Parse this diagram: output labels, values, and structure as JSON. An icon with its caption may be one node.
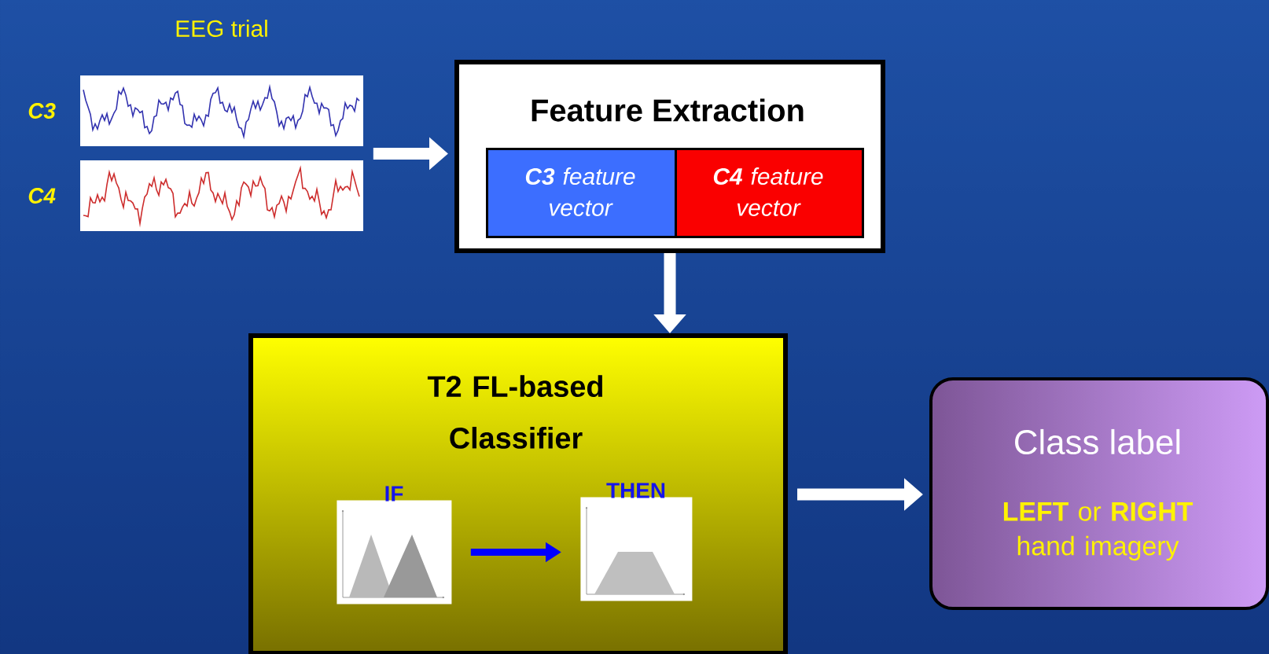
{
  "diagram": {
    "nodes": [
      {
        "text": [
          "EEG trial"
        ],
        "beside": [
          "C3",
          "C4"
        ]
      },
      {
        "text": [
          "Feature Extraction"
        ]
      },
      {
        "text": [
          "**C3** feature vector"
        ],
        "in": 1
      },
      {
        "text": [
          "**C4** feature vector"
        ],
        "in": 1
      },
      {
        "text": [
          "T2 FL-based Classifier"
        ]
      },
      {
        "text": [
          "IF"
        ],
        "in": 4
      },
      {
        "text": [
          "THEN"
        ],
        "in": 4
      },
      {
        "text": [
          "Class label",
          "**LEFT** or **RIGHT** hand imagery"
        ]
      }
    ],
    "edges": [
      {
        "from": 0,
        "to": 1,
        "arrow": "to"
      },
      {
        "from": 1,
        "to": 4,
        "arrow": "to"
      },
      {
        "from": 5,
        "to": 6,
        "arrow": "to",
        "color": "#0000ff"
      },
      {
        "from": 4,
        "to": 7,
        "arrow": "to"
      }
    ]
  }
}
